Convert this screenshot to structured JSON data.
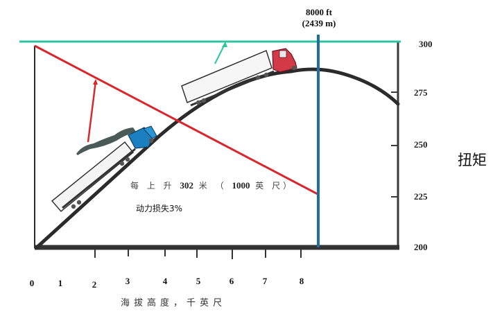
{
  "chart_data": {
    "type": "line",
    "title": "",
    "xlabel": "海拔高度，千英尺",
    "ylabel": "扭矩",
    "x_ticks": [
      "0",
      "1",
      "2",
      "3",
      "4",
      "5",
      "6",
      "7",
      "8"
    ],
    "y_ticks": [
      "200",
      "225",
      "250",
      "275",
      "300"
    ],
    "ylim": [
      200,
      300
    ],
    "xlim": [
      0,
      9
    ],
    "series": [
      {
        "name": "available-torque-line (red)",
        "color": "#d9262c",
        "x": [
          0,
          8.4
        ],
        "y": [
          300,
          225
        ]
      },
      {
        "name": "rated-torque-line (green)",
        "color": "#2ec4a0",
        "x": [
          0,
          9
        ],
        "y": [
          300,
          300
        ]
      },
      {
        "name": "road-elevation-curve (black)",
        "color": "#2b2b2b"
      }
    ],
    "annotations": [
      {
        "text": "8000 ft",
        "subtext": "(2439 m)",
        "x": 8.4,
        "type": "vertical-marker",
        "color": "#1e6fa0"
      },
      {
        "text": "每上升302米（1000英尺）",
        "type": "note"
      },
      {
        "text": "动力损失3%",
        "type": "note"
      }
    ],
    "grid": false,
    "legend": "none"
  },
  "labels": {
    "marker_top": "8000 ft",
    "marker_bottom": "(2439 m)",
    "ylabel": "扭矩",
    "xlabel": "海拔高度，千英尺",
    "note_prefix": "每 上 升",
    "note_num1": "302",
    "note_mid": "米 （",
    "note_num2": "1000",
    "note_suffix": "英 尺）",
    "note2": "动力损失3%"
  },
  "colors": {
    "red": "#d9262c",
    "green": "#2ec4a0",
    "blue": "#1e6fa0",
    "axis": "#2b2b2b"
  }
}
